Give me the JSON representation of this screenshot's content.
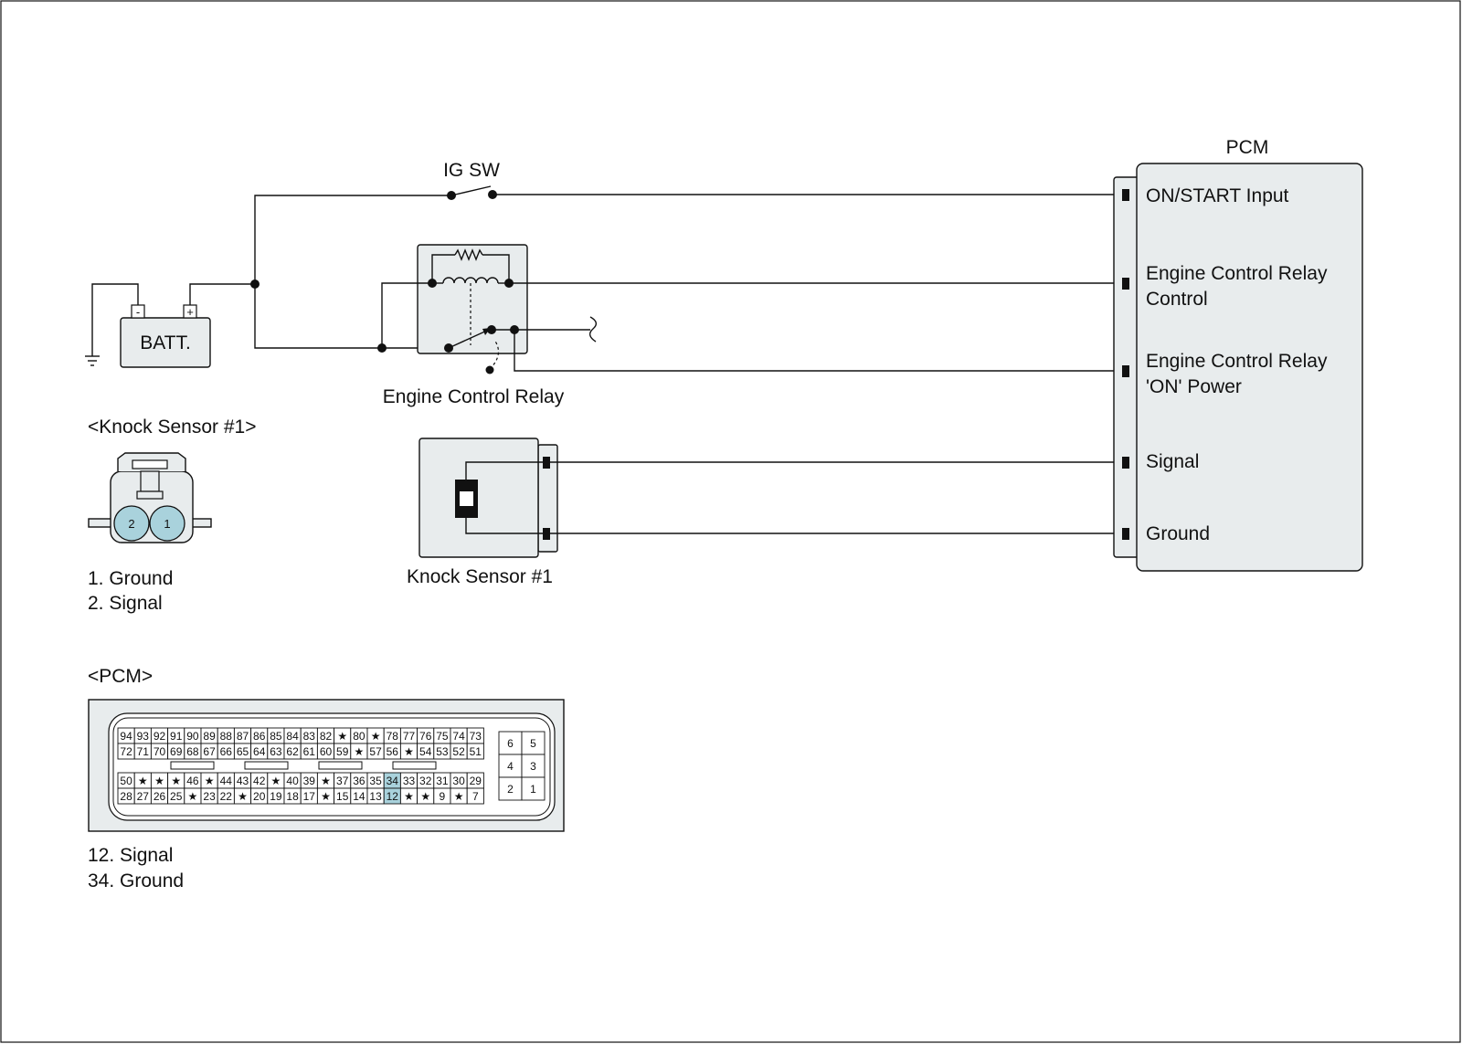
{
  "battery": {
    "label": "BATT.",
    "neg": "-",
    "pos": "+"
  },
  "ig_switch": {
    "label": "IG SW"
  },
  "relay": {
    "label": "Engine Control Relay"
  },
  "pcm_module": {
    "title": "PCM",
    "pins": [
      "ON/START Input",
      "Engine Control Relay",
      "Control",
      "Engine Control Relay",
      "'ON' Power",
      "Signal",
      "Ground"
    ]
  },
  "knock_sensor": {
    "label": "Knock Sensor #1"
  },
  "knock_connector": {
    "title": "<Knock Sensor #1>",
    "pin_a": "2",
    "pin_b": "1",
    "legend": [
      "1. Ground",
      "2. Signal"
    ]
  },
  "pcm_connector": {
    "title": "<PCM>",
    "row1": [
      "94",
      "93",
      "92",
      "91",
      "90",
      "89",
      "88",
      "87",
      "86",
      "85",
      "84",
      "83",
      "82",
      "★",
      "80",
      "★",
      "78",
      "77",
      "76",
      "75",
      "74",
      "73"
    ],
    "row2": [
      "72",
      "71",
      "70",
      "69",
      "68",
      "67",
      "66",
      "65",
      "64",
      "63",
      "62",
      "61",
      "60",
      "59",
      "★",
      "57",
      "56",
      "★",
      "54",
      "53",
      "52",
      "51"
    ],
    "row3": [
      "50",
      "★",
      "★",
      "★",
      "46",
      "★",
      "44",
      "43",
      "42",
      "★",
      "40",
      "39",
      "★",
      "37",
      "36",
      "35",
      "34",
      "33",
      "32",
      "31",
      "30",
      "29"
    ],
    "row4": [
      "28",
      "27",
      "26",
      "25",
      "★",
      "23",
      "22",
      "★",
      "20",
      "19",
      "18",
      "17",
      "★",
      "15",
      "14",
      "13",
      "12",
      "★",
      "★",
      "9",
      "★",
      "7"
    ],
    "small": [
      "6",
      "5",
      "4",
      "3",
      "2",
      "1"
    ],
    "highlight": [
      "34",
      "12"
    ],
    "highlight_color": "#a9d2dc",
    "legend": [
      "12. Signal",
      "34. Ground"
    ]
  }
}
